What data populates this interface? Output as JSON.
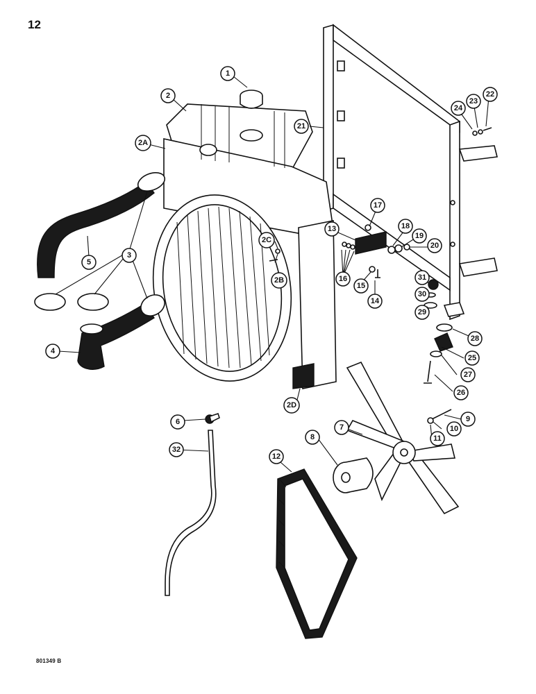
{
  "page_number": "12",
  "figure_code": "801349 B",
  "callouts": [
    {
      "id": "c1",
      "label": "1"
    },
    {
      "id": "c2",
      "label": "2"
    },
    {
      "id": "c2A",
      "label": "2A"
    },
    {
      "id": "c2B",
      "label": "2B"
    },
    {
      "id": "c2C",
      "label": "2C"
    },
    {
      "id": "c2D",
      "label": "2D"
    },
    {
      "id": "c3",
      "label": "3"
    },
    {
      "id": "c4",
      "label": "4"
    },
    {
      "id": "c5",
      "label": "5"
    },
    {
      "id": "c6",
      "label": "6"
    },
    {
      "id": "c7",
      "label": "7"
    },
    {
      "id": "c8",
      "label": "8"
    },
    {
      "id": "c9",
      "label": "9"
    },
    {
      "id": "c10",
      "label": "10"
    },
    {
      "id": "c11",
      "label": "11"
    },
    {
      "id": "c12",
      "label": "12"
    },
    {
      "id": "c13",
      "label": "13"
    },
    {
      "id": "c14",
      "label": "14"
    },
    {
      "id": "c15",
      "label": "15"
    },
    {
      "id": "c16",
      "label": "16"
    },
    {
      "id": "c17",
      "label": "17"
    },
    {
      "id": "c18",
      "label": "18"
    },
    {
      "id": "c19",
      "label": "19"
    },
    {
      "id": "c20",
      "label": "20"
    },
    {
      "id": "c21",
      "label": "21"
    },
    {
      "id": "c22",
      "label": "22"
    },
    {
      "id": "c23",
      "label": "23"
    },
    {
      "id": "c24",
      "label": "24"
    },
    {
      "id": "c25",
      "label": "25"
    },
    {
      "id": "c26",
      "label": "26"
    },
    {
      "id": "c27",
      "label": "27"
    },
    {
      "id": "c28",
      "label": "28"
    },
    {
      "id": "c29",
      "label": "29"
    },
    {
      "id": "c30",
      "label": "30"
    },
    {
      "id": "c31",
      "label": "31"
    },
    {
      "id": "c32",
      "label": "32"
    }
  ]
}
